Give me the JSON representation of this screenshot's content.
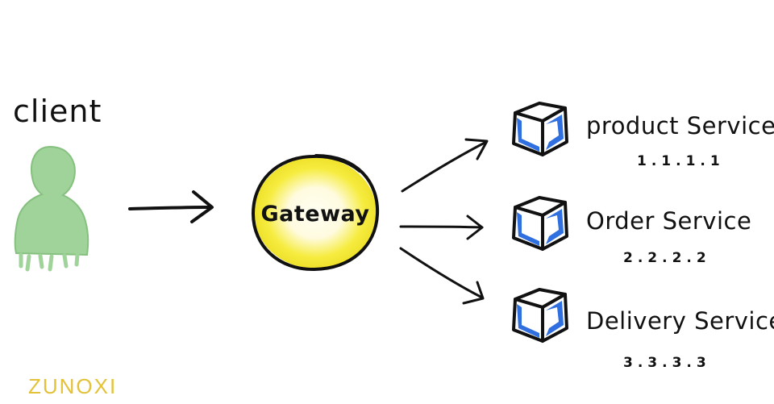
{
  "client": {
    "label": "client"
  },
  "gateway": {
    "label": "Gateway"
  },
  "services": [
    {
      "name": "product Service",
      "address": "1.1.1.1"
    },
    {
      "name": "Order Service",
      "address": "2.2.2.2"
    },
    {
      "name": "Delivery Service",
      "address": "3.3.3.3"
    }
  ],
  "signature": "ZUNOXI",
  "colors": {
    "client_fill": "#9fd39a",
    "gateway_fill": "#f6ec3f",
    "gateway_glow": "#fffbe0",
    "cube_blue": "#2f6fe0",
    "ink": "#111111",
    "signature": "#e3c23a"
  }
}
